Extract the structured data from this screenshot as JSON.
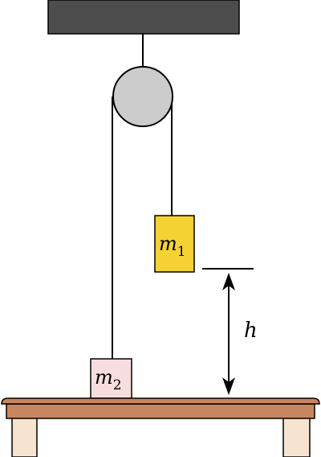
{
  "labels": {
    "mass1": {
      "symbol": "m",
      "subscript": "1"
    },
    "mass2": {
      "symbol": "m",
      "subscript": "2"
    },
    "height": "h"
  },
  "colors": {
    "ceiling": "#4d4d4d",
    "pulley": "#cccccc",
    "mass1": "#f5d233",
    "mass2": "#f7dde0",
    "table_top": "#c88660",
    "table_legs": "#f6e3d0",
    "line": "#000000"
  }
}
